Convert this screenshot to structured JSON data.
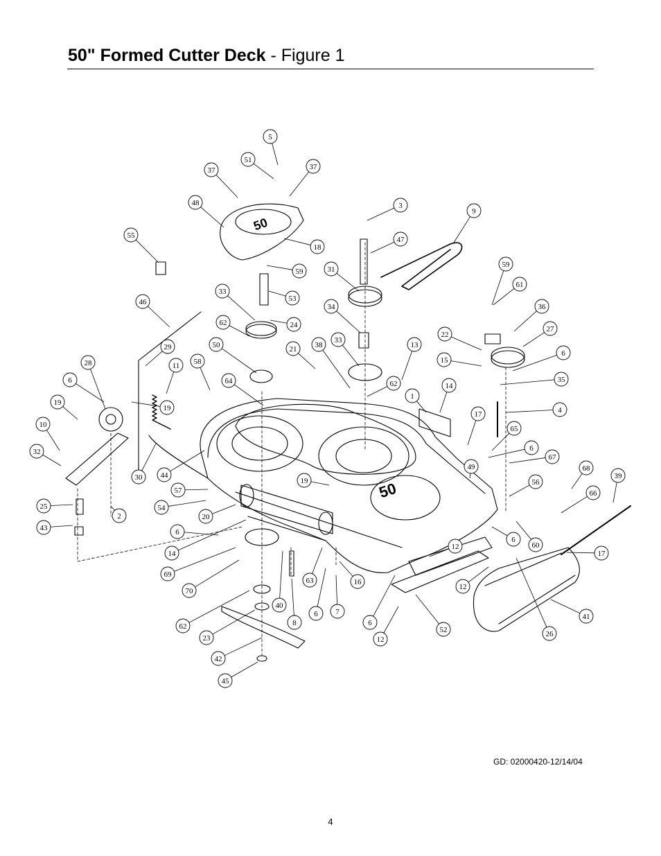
{
  "title": {
    "bold": "50\" Formed Cutter Deck",
    "rest": " - Figure 1"
  },
  "doc_code": "GD: 02000420-12/14/04",
  "page_number": "4",
  "callouts": [
    "5",
    "51",
    "37",
    "37",
    "48",
    "3",
    "9",
    "55",
    "18",
    "47",
    "59",
    "31",
    "59",
    "61",
    "33",
    "53",
    "46",
    "62",
    "24",
    "34",
    "36",
    "27",
    "22",
    "21",
    "38",
    "33",
    "13",
    "29",
    "50",
    "28",
    "11",
    "58",
    "6",
    "15",
    "6",
    "64",
    "62",
    "35",
    "19",
    "14",
    "1",
    "19",
    "10",
    "4",
    "17",
    "32",
    "65",
    "30",
    "44",
    "6",
    "19",
    "67",
    "49",
    "68",
    "39",
    "57",
    "56",
    "66",
    "25",
    "54",
    "2",
    "20",
    "43",
    "6",
    "6",
    "60",
    "14",
    "12",
    "17",
    "69",
    "16",
    "63",
    "12",
    "70",
    "40",
    "6",
    "7",
    "6",
    "41",
    "62",
    "8",
    "52",
    "26",
    "23",
    "12",
    "42",
    "45"
  ],
  "colors": {
    "ink": "#000000",
    "paper": "#ffffff"
  },
  "deck_emblem": "50"
}
